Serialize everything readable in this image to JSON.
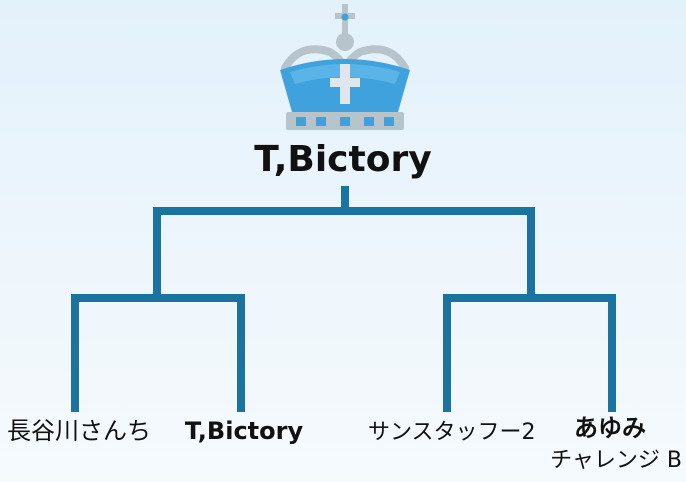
{
  "champion": {
    "name": "T,Bictory"
  },
  "first_round": [
    {
      "name": "長谷川さんち"
    },
    {
      "name": "T,Bictory"
    },
    {
      "name": "サンスタッフー2"
    },
    {
      "name": "あゆみ",
      "subname": "チャレンジ B"
    }
  ],
  "colors": {
    "bracket_line": "#1b73a2",
    "crown_jewels": "#3fa2dc",
    "crown_metal": "#b7c4cc",
    "text": "#111111"
  }
}
